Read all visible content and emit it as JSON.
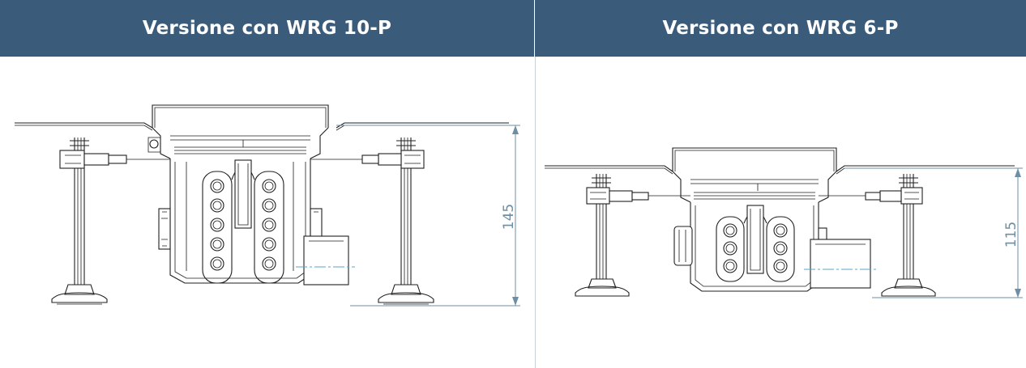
{
  "columns": [
    {
      "title": "Versione con WRG 10-P",
      "dimension": "145"
    },
    {
      "title": "Versione con WRG 6-P",
      "dimension": "115"
    }
  ],
  "colors": {
    "header_background": "#3a5b7a",
    "header_text": "#ffffff",
    "dimension_line": "#6d8fa6",
    "center_line": "#58a7c9"
  }
}
